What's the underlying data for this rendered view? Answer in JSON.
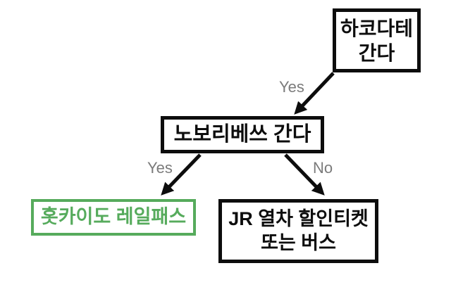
{
  "flowchart": {
    "title_hint": "travel decision tree",
    "nodes": [
      {
        "id": "hakodate",
        "type": "decision",
        "lines": [
          "하코다테",
          "간다"
        ]
      },
      {
        "id": "noboribetsu",
        "type": "decision",
        "lines": [
          "노보리베쓰 간다"
        ]
      },
      {
        "id": "railpass",
        "type": "result-highlight",
        "lines": [
          "홋카이도 레일패스"
        ]
      },
      {
        "id": "jr-ticket",
        "type": "result",
        "lines": [
          "JR 열차 할인티켓",
          "또는 버스"
        ]
      }
    ],
    "edges": [
      {
        "from": "hakodate",
        "to": "noboribetsu",
        "label": "Yes"
      },
      {
        "from": "noboribetsu",
        "to": "railpass",
        "label": "Yes"
      },
      {
        "from": "noboribetsu",
        "to": "jr-ticket",
        "label": "No"
      }
    ],
    "colors": {
      "box_border": "#0d0d0d",
      "box_text": "#0d0d0d",
      "highlight_green": "#56ab5c",
      "edge_label_gray": "#7b7b7b",
      "background": "#ffffff"
    }
  }
}
